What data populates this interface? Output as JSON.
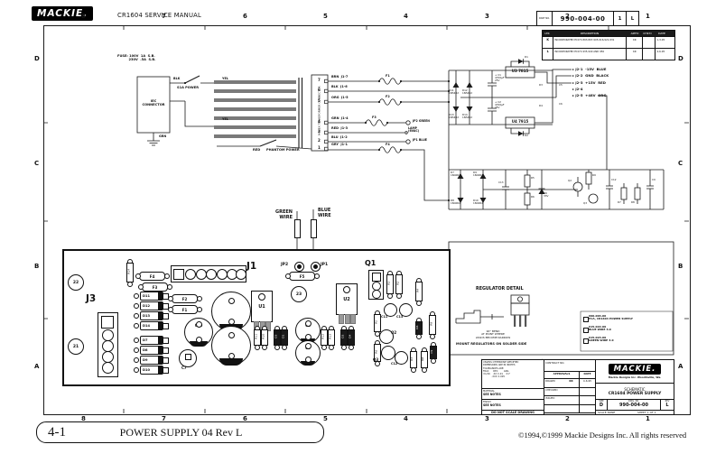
{
  "header": {
    "logo": "MACKIE.",
    "subtitle": "CR1604 SERVICE MANUAL"
  },
  "grid": {
    "columns": [
      "8",
      "7",
      "6",
      "5",
      "4",
      "3",
      "2",
      "1"
    ],
    "rows": [
      "D",
      "C",
      "B",
      "A"
    ]
  },
  "part_box": {
    "label": "PART NO.",
    "number": "990-004-00",
    "sheet": "1",
    "rev": "L"
  },
  "rev_table": {
    "headers": [
      "LTR",
      "DESCRIPTION",
      "APP'D",
      "CHK'D",
      "DATE"
    ],
    "rows": [
      {
        "ltr": "K",
        "description": "INCORPORATED ECO'S 893,897,905,916,921,931",
        "appd": "KR",
        "chkd": "",
        "date": "1-3-95"
      },
      {
        "ltr": "L",
        "description": "INCORPORATED ECO'S 935,940 AND 950",
        "appd": "KR",
        "chkd": "",
        "date": "4-6-95"
      }
    ]
  },
  "schematic": {
    "fuse_note": "FUSE: 100V  1A  S.B.\n          230V  .5A  S.B.",
    "iec_label": "IEC\nCONNECTOR",
    "blk": "BLK",
    "yel_top": "YEL",
    "yel_bot": "YEL",
    "grn": "GRN",
    "s1a": "S1A POWER",
    "phantom_red": "RED",
    "phantom_sw": "PHANTOM POWER",
    "xfmr_connector": "MOLEX TRANSFORMER CONNECTOR",
    "xfmr_pins": [
      "7",
      "6",
      "5",
      "4",
      "3",
      "2",
      "1"
    ],
    "wires": [
      {
        "label": "BRN  J1-7",
        "fuse": "F1",
        "dest": ""
      },
      {
        "label": "BLK  J1-6",
        "fuse": "",
        "dest": ""
      },
      {
        "label": "ORG  J1-5",
        "fuse": "F2",
        "dest": ""
      },
      {
        "label": "GRN  J1-4",
        "fuse": "F3",
        "dest": "JP2 GREEN"
      },
      {
        "label": "RED  J1-3",
        "fuse": "",
        "dest": "LAMP\n(6VAC)"
      },
      {
        "label": "BLU  J1-2",
        "fuse": "",
        "dest": "JP1 BLUE"
      },
      {
        "label": "GRY  J1-1",
        "fuse": "F4",
        "dest": ""
      }
    ],
    "outputs": [
      "▸ J2-1  -15V  BLUE",
      "▸ J2-2  GND  BLACK",
      "▸ J2-3  +15V  RED",
      "▸ J2-4",
      "▸ J2-5  +48V  ORG"
    ],
    "reg_labels": [
      "D11\n1N5402",
      "D12\n1N5402",
      "D13\n1N5402",
      "D14\n1N5402",
      "+ C1\n4700μF\n25V",
      "+ C2\n4700μF\n25V",
      "U3 7815",
      "U4 7915",
      "D1",
      "D2",
      "D3",
      "D4",
      "C5",
      "C6"
    ],
    "phantom_labels": [
      "D7\n1N4002",
      "D9\n1N4002",
      "D8\n1N4002",
      "D10\n1N4002",
      "C13",
      "R5",
      "D6\n33V",
      "R9",
      "Q2",
      "Q3",
      "R6",
      "C12",
      "R7",
      "R8",
      "C9"
    ]
  },
  "pcb": {
    "holes": [
      "22",
      "21",
      "23"
    ],
    "j3": "J3",
    "j1": "J1",
    "q1": "Q1",
    "jp2": "JP2",
    "jp1": "JP1",
    "green_wire": "GREEN\nWIRE",
    "blue_wire": "BLUE\nWIRE",
    "fuses": [
      "F4",
      "F3",
      "F2",
      "F1",
      "F5"
    ],
    "diodes": [
      "D11",
      "D12",
      "D13",
      "D14",
      "D7",
      "D8",
      "D9",
      "D10"
    ],
    "caps_round": [
      "C1",
      "C10",
      "C3",
      "C7",
      "C6",
      "C5"
    ],
    "caps_small": [
      "C11",
      "C13",
      "C12"
    ],
    "ics": [
      "U1",
      "U2"
    ],
    "parts": [
      "R14",
      "R11",
      "R10",
      "D3",
      "D1",
      "R12",
      "R13",
      "D2",
      "D4",
      "R3",
      "R2",
      "R4",
      "R5",
      "D6",
      "R9",
      "R6",
      "R7",
      "R8",
      "C9"
    ],
    "transistors": [
      "Q2",
      "Q3"
    ]
  },
  "regulator_detail": {
    "title": "REGULATOR DETAIL",
    "notes": "90° BEND\nAT POINT WHERE\nLEADS BECOME NARROW",
    "note2": "MOUNT REGULATORS ON SOLDER SIDE"
  },
  "parts_list": [
    {
      "number": "990-004-00",
      "name": "PCA, CR1604 POWER SUPPLY"
    },
    {
      "number": "615-022-00",
      "name": "BLUE WIRE 3.0"
    },
    {
      "number": "615-023-00",
      "name": "GREEN WIRE 3.0"
    }
  ],
  "title_block": {
    "tolerances": "UNLESS OTHERWISE SPECIFIED\nDIMENSIONS ARE IN INCHES\nTOLERANCES ARE:\nFRAC      DEC        ANG\n±1/16    .XX ±.01    ±1°\n            .XXX ±.005",
    "material_label": "MATERIAL",
    "material": "SEE NOTES",
    "finish_label": "FINISH",
    "finish": "SEE NOTES",
    "no_scale": "DO NOT SCALE DRAWING",
    "contract": "CONTRACT NO.",
    "approvals": "APPROVALS",
    "date": "DATE",
    "drawn": "DRAWN",
    "drawn_by": "KR",
    "drawn_date": "4-6-95",
    "checked": "CHECKED",
    "issued": "ISSUED",
    "logo": "MACKIE.",
    "company": "Mackie Designs Inc.   Woodinville, Wa.",
    "type": "SCHEMATIC",
    "title": "CR1604  POWER SUPPLY",
    "size_label": "SIZE",
    "size": "D",
    "dwg_label": "DWG. NO.",
    "dwg_no": "990-004-00",
    "rev_label": "REV",
    "rev": "L",
    "scale": "SCALE  NONE",
    "sheet": "SHEET  1 OF 1"
  },
  "footer": {
    "page": "4-1",
    "title": "POWER SUPPLY 04 Rev L",
    "copyright": "©1994,©1999 Mackie Designs Inc. All rights reserved"
  }
}
